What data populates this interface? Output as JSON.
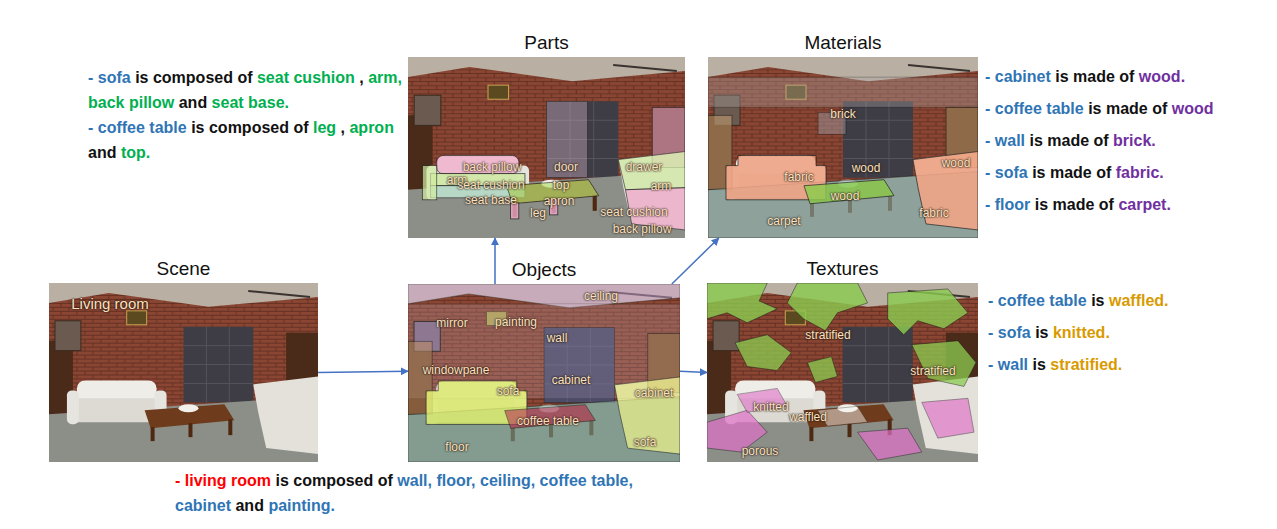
{
  "diagram": {
    "nodes": [
      {
        "text": [
          "Parts"
        ]
      },
      {
        "text": [
          "Materials"
        ]
      },
      {
        "text": [
          "Scene"
        ]
      },
      {
        "text": [
          "Objects"
        ]
      },
      {
        "text": [
          "Textures"
        ]
      }
    ],
    "edges": [
      {
        "from": 2,
        "to": 3,
        "arrow": "to"
      },
      {
        "from": 3,
        "to": 0,
        "arrow": "to"
      },
      {
        "from": 3,
        "to": 1,
        "arrow": "to"
      },
      {
        "from": 3,
        "to": 4,
        "arrow": "to"
      }
    ],
    "labels": [
      "- sofa is composed of seat cushion , arm, back pillow and seat base.",
      "- coffee table is composed of leg , apron and top.",
      "back pillow",
      "door",
      "drawer",
      "arm",
      "seat cushion",
      "top",
      "arm",
      "seat base",
      "apron",
      "leg",
      "seat cushion",
      "back pillow",
      "- cabinet is made of wood.",
      "- coffee table is made of wood",
      "- wall  is made of brick.",
      "- sofa is made of fabric.",
      "- floor is made of carpet.",
      "brick",
      "wood",
      "wood",
      "fabric",
      "wood",
      "fabric",
      "carpet",
      "Living room",
      "- living room is composed of wall, floor, ceiling, coffee table, cabinet and painting.",
      "ceiling",
      "painting",
      "mirror",
      "wall",
      "windowpane",
      "cabinet",
      "sofa",
      "cabinet",
      "coffee table",
      "sofa",
      "floor",
      "stratified",
      "stratified",
      "knitted",
      "waffled",
      "porous",
      "- coffee table is waffled.",
      "- sofa is knitted.",
      "- wall  is stratified."
    ]
  }
}
